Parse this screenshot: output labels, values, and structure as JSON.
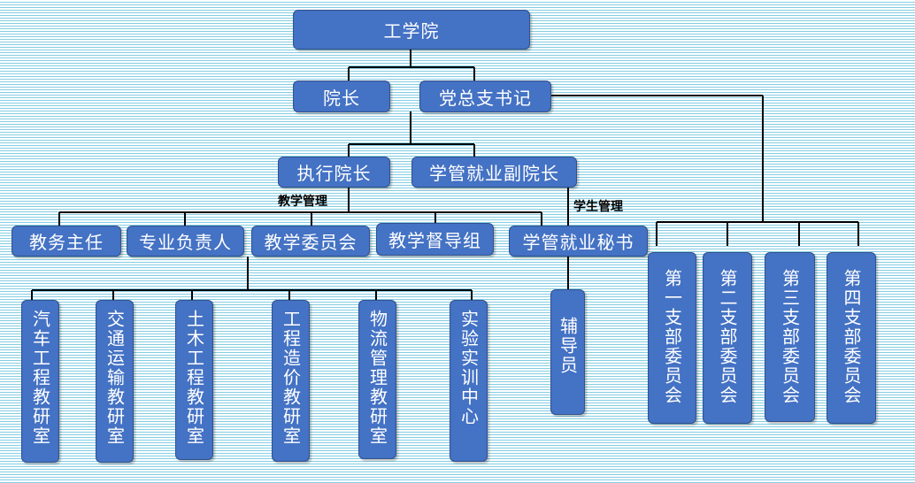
{
  "nodes": {
    "college": "工学院",
    "dean": "院长",
    "party_secretary": "党总支书记",
    "executive_dean": "执行院长",
    "student_vice_dean": "学管就业副院长",
    "academic_affairs_head": "教务主任",
    "program_leader": "专业负责人",
    "teaching_committee": "教学委员会",
    "teaching_supervision_group": "教学督导组",
    "student_secretary": "学管就业秘书",
    "auto_eng_office": "汽车工程教研室",
    "traffic_office": "交通运输教研室",
    "civil_office": "土木工程教研室",
    "cost_office": "工程造价教研室",
    "logistics_office": "物流管理教研室",
    "lab_center": "实验实训中心",
    "counselor": "辅导员",
    "branch_1": "第一支部委员会",
    "branch_2": "第二支部委员会",
    "branch_3": "第三支部委员会",
    "branch_4": "第四支部委员会"
  },
  "labels": {
    "teaching_management": "教学管理",
    "student_management": "学生管理"
  },
  "colors": {
    "box_fill": "#4472c4",
    "box_border": "#2f528f",
    "text": "#ffffff",
    "connector": "#000000",
    "background_stripe": "#86cde3"
  }
}
